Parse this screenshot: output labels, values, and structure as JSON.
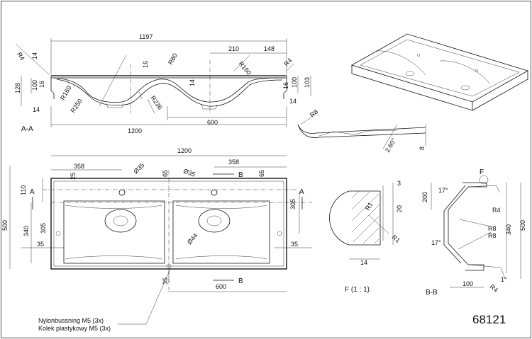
{
  "drawing_number": "68121",
  "views": {
    "section_aa_label": "A-A",
    "section_bb_label": "B-B",
    "detail_f_label": "F (1 : 1)",
    "detail_f_callout": "F",
    "section_marker": "A",
    "section_marker_b": "B"
  },
  "note": {
    "line1": "Nylonbussning M5 (3x)",
    "line2": "Kolek plastykowy M5 (3x)"
  },
  "dims": {
    "aa": {
      "overall_top": "1197",
      "overall_bottom": "1200",
      "d210": "210",
      "d148": "148",
      "d600": "600",
      "r4_left": "R4",
      "r4_right": "R4",
      "d14_tl": "14",
      "d14_bl": "14",
      "d14_br": "14",
      "d14_mid": "14",
      "d16": "16",
      "d128": "128",
      "d100_l": "100",
      "d100_r": "100",
      "d103": "103",
      "d16_l": "16",
      "d16_r": "16",
      "r80": "R80",
      "r160_l": "R160",
      "r160_r": "R160",
      "r250": "R250",
      "r236": "R236"
    },
    "profile": {
      "r8": "R8",
      "angle": "2.60°",
      "d8": "8"
    },
    "plan": {
      "overall": "1200",
      "d358_l": "358",
      "d358_r": "358",
      "d25": "25",
      "d65_l": "65",
      "d65_r": "65",
      "dia35_l": "Ø35",
      "dia35_r": "Ø35",
      "dia44": "Ø44",
      "d110": "110",
      "d500": "500",
      "d340": "340",
      "d305_l": "305",
      "d305_r": "305",
      "d35_l": "35",
      "d35_r": "35",
      "d35_b": "35",
      "d600": "600"
    },
    "detail_f": {
      "d3": "3",
      "d20": "20",
      "r1_a": "R1",
      "r1_b": "R1",
      "d14": "14"
    },
    "bb": {
      "d200": "200",
      "a17_t": "17°",
      "a17_b": "17°",
      "r4_t": "R4",
      "r4_b": "R4",
      "r8_a": "R8",
      "r8_b": "R8",
      "d340": "340",
      "d500": "500",
      "d100": "100",
      "a1": "1°"
    }
  }
}
